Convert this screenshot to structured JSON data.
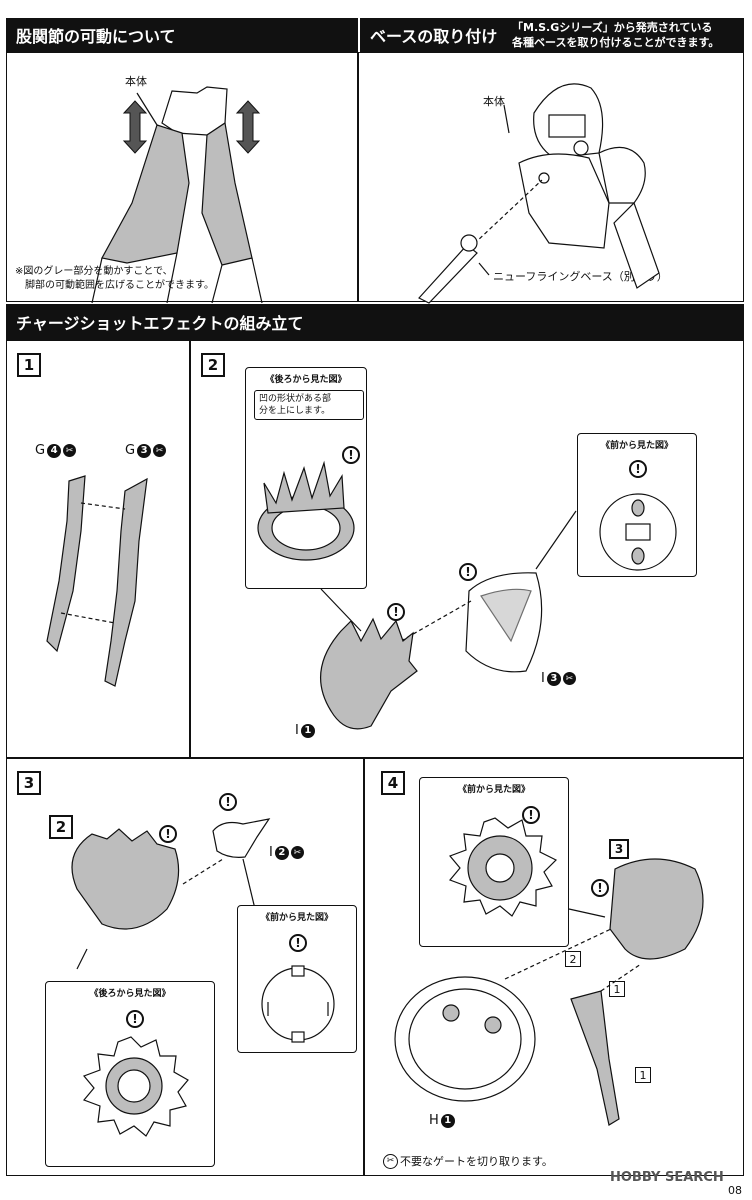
{
  "sections": {
    "hip": {
      "title": "股関節の可動について",
      "body_label": "本体",
      "note_line1": "※図のグレー部分を動かすことで、",
      "note_line2": "脚部の可動範囲を広げることができます。"
    },
    "base": {
      "title": "ベースの取り付け",
      "desc_line1": "「M.S.Gシリーズ」から発売されている",
      "desc_line2": "各種ベースを取り付けることができます。",
      "body_label": "本体",
      "base_label": "ニューフライングベース（別売り）"
    },
    "charge": {
      "title": "チャージショットエフェクトの組み立て"
    }
  },
  "steps": {
    "s1": {
      "number": "1",
      "part_a": "G",
      "part_a_num": "4",
      "part_b": "G",
      "part_b_num": "3"
    },
    "s2": {
      "number": "2",
      "rear_view_title": "《後ろから見た図》",
      "rear_note_line1": "凹の形状がある部",
      "rear_note_line2": "分を上にします。",
      "front_view_title": "《前から見た図》",
      "part_i3": "I",
      "part_i3_num": "3",
      "part_i1": "I",
      "part_i1_num": "1"
    },
    "s3": {
      "number": "3",
      "ref_box": "2",
      "part_i2": "I",
      "part_i2_num": "2",
      "front_view_title": "《前から見た図》",
      "rear_view_title": "《後ろから見た図》"
    },
    "s4": {
      "number": "4",
      "front_view_title": "《前から見た図》",
      "ref_box_3": "3",
      "ref_box_2": "2",
      "ref_box_1a": "1",
      "ref_box_1b": "1",
      "part_h": "H",
      "part_h_num": "1",
      "gate_note": "不要なゲートを切り取ります。"
    }
  },
  "icons": {
    "exclamation": "!",
    "cut": "✂"
  },
  "footer": {
    "page": "08",
    "watermark": "HOBBY SEARCH"
  },
  "colors": {
    "header_bg": "#111111",
    "part_gray": "#bdbdbd"
  }
}
